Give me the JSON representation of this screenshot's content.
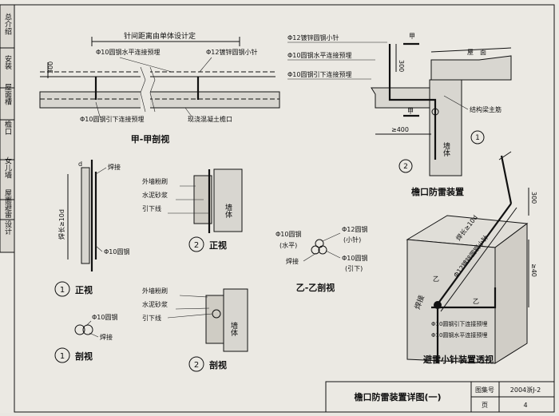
{
  "side_tabs": [
    "总介绍",
    "安装",
    "屋面槽",
    "檐口",
    "女儿墙",
    "屋面避雷",
    "设计"
  ],
  "section_jia": {
    "dim_label": "针间距离由单体设计定",
    "h_connect": "Φ10圆钢水平连接预埋",
    "needle": "Φ12镀锌圆钢小针",
    "dim_300": "300",
    "down_connect": "Φ10圆钢引下连接预埋",
    "eave": "现浇混凝土檐口",
    "caption": "甲-甲剖视"
  },
  "eave_device": {
    "needle": "Φ12镀锌圆钢小针",
    "h_connect": "Φ10圆钢水平连接预埋",
    "down_connect": "Φ10圆钢引下连接预埋",
    "dim_300": "300",
    "mark_jia_top": "甲",
    "mark_jia_bottom": "甲",
    "roof": "屋　面",
    "rebar": "结构梁主筋",
    "wall": "墙体",
    "dim_400": "≥400",
    "circle_1": "1",
    "circle_2": "2",
    "caption": "檐口防雷装置"
  },
  "front_view_1": {
    "d": "d",
    "weld": "焊接",
    "weld_len": "焊长≥10d",
    "bar": "Φ10圆钢",
    "num": "1",
    "caption": "正视"
  },
  "front_view_2": {
    "plaster": "外墙粉刷",
    "mortar": "水泥砂浆",
    "downlead": "引下线",
    "wall": "墙体",
    "num": "2",
    "caption": "正视"
  },
  "section_yi": {
    "bar_h": "Φ10圆钢",
    "bar_h_note": "(水平)",
    "weld": "焊接",
    "needle": "Φ12圆钢",
    "needle_note": "(小针)",
    "bar_down": "Φ10圆钢",
    "bar_down_note": "(引下)",
    "caption": "乙-乙剖视"
  },
  "section_1": {
    "bar": "Φ10圆钢",
    "weld": "焊接",
    "num": "1",
    "caption": "剖视"
  },
  "section_2": {
    "plaster": "外墙粉刷",
    "mortar": "水泥砂浆",
    "downlead": "引下线",
    "wall": "墙体",
    "num": "2",
    "caption": "剖视"
  },
  "perspective": {
    "weld_len": "焊长≥10d",
    "needle": "Φ12镀锌圆钢小针",
    "weld": "焊接",
    "dim_300": "300",
    "dim_40": "≥40",
    "mark_yi1": "乙",
    "mark_yi2": "乙",
    "down_connect": "Φ10圆钢引下连接预埋",
    "h_connect": "Φ10圆钢水平连接预埋",
    "caption": "避雷小针装置透视"
  },
  "title_block": {
    "title": "檐口防雷装置详图(一)",
    "atlas_label": "图集号",
    "atlas_no": "2004浙J-2",
    "page_label": "页",
    "page_no": "4"
  }
}
